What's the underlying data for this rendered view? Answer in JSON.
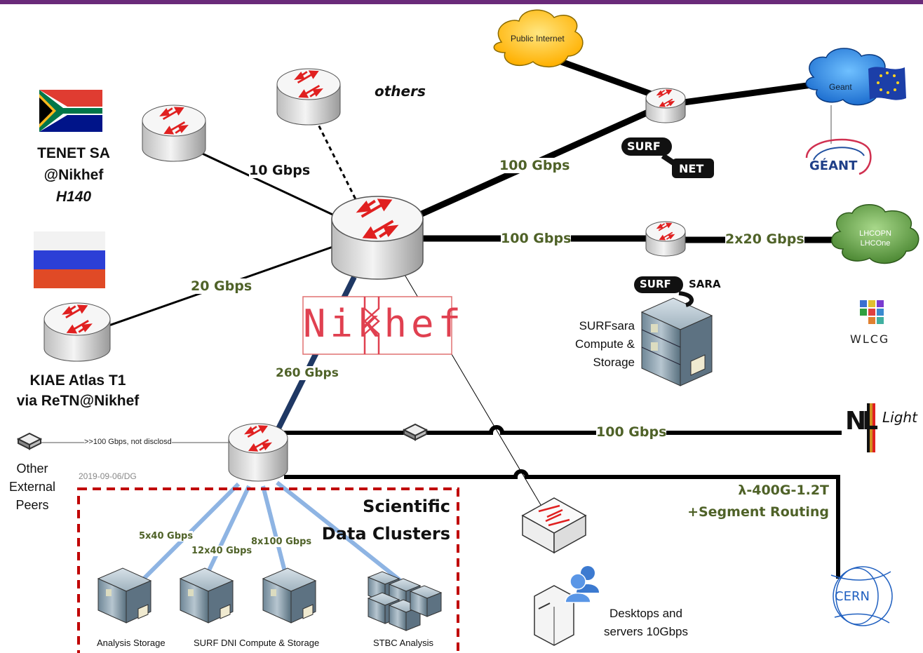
{
  "labels": {
    "others": "others",
    "tenet_line1": "TENET SA",
    "tenet_line2": "@Nikhef",
    "tenet_line3": "H140",
    "kiae_line1": "KIAE Atlas T1",
    "kiae_line2": "via ReTN@Nikhef",
    "public_internet": "Public Internet",
    "geant_cloud": "Geant",
    "geant_logo": "GÉANT",
    "surf": "SURF",
    "net": "NET",
    "sara": "SARA",
    "lhcopn_line1": "LHCOPN",
    "lhcopn_line2": "LHCOne",
    "wlcg": "WLCG",
    "surfsara_line1": "SURFsara",
    "surfsara_line2": "Compute &",
    "surfsara_line3": "Storage",
    "nikhef": "Nikhef",
    "nl": "NL",
    "light": "Light",
    "other_line1": "Other",
    "other_line2": "External",
    "other_line3": "Peers",
    "other_link": ">>100 Gbps, not disclosd",
    "date": "2019-09-06/DG",
    "sci_line1": "Scientific",
    "sci_line2": "Data Clusters",
    "lambda_line1": "λ-400G-1.2T",
    "lambda_line2": "+Segment Routing",
    "desktops_line1": "Desktops and",
    "desktops_line2": "servers 10Gbps",
    "analysis_storage": "Analysis Storage",
    "surf_dni": "SURF DNI Compute & Storage",
    "stbc": "STBC Analysis",
    "cern": "CERN"
  },
  "links": {
    "tenet": "10 Gbps",
    "kiae": "20 Gbps",
    "surfnet": "100 Gbps",
    "surfsara": "100 Gbps",
    "lhcopn": "2x20 Gbps",
    "nikhef_core": "260 Gbps",
    "nlight": "100 Gbps",
    "cluster_a": "5x40 Gbps",
    "cluster_b": "12x40 Gbps",
    "cluster_c": "8x100 Gbps"
  },
  "colors": {
    "router_arrow": "#e02020",
    "link_green": "#4f6228",
    "core_link": "#1f3864",
    "cluster_link": "#8eb4e3",
    "cluster_box": "#c00000",
    "public_cloud": "#ffc000",
    "geant_cloud": "#2f8ae0",
    "lhc_cloud": "#6aa84f",
    "top_bar": "#6a2a7a"
  },
  "icons": [
    "router-icon",
    "cloud-icon",
    "server-rack-icon",
    "switch-icon",
    "flag-icon",
    "workstation-icon",
    "users-icon",
    "cern-logo",
    "eu-flag-icon"
  ]
}
